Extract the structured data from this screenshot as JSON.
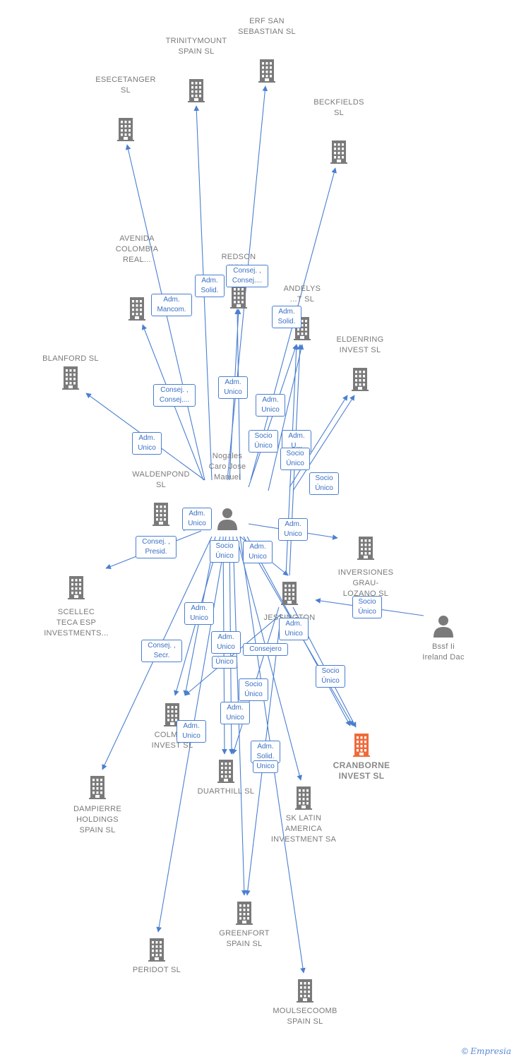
{
  "diagram": {
    "nodes": [
      {
        "id": "erf",
        "label": "ERF SAN\nSEBASTIAN SL",
        "type": "company"
      },
      {
        "id": "trinity",
        "label": "TRINITYMOUNT\nSPAIN SL",
        "type": "company"
      },
      {
        "id": "esecetanger",
        "label": "ESECETANGER\nSL",
        "type": "company"
      },
      {
        "id": "beckfields",
        "label": "BECKFIELDS\nSL",
        "type": "company"
      },
      {
        "id": "avenida",
        "label": "AVENIDA\nCOLOMBIA\nREAL...",
        "type": "company"
      },
      {
        "id": "redson",
        "label": "REDSON\nINV...",
        "type": "company"
      },
      {
        "id": "andelys",
        "label": "ANDELYS\n...T SL",
        "type": "company"
      },
      {
        "id": "blanford",
        "label": "BLANFORD SL",
        "type": "company"
      },
      {
        "id": "eldenring",
        "label": "ELDENRING\nINVEST SL",
        "type": "company"
      },
      {
        "id": "person",
        "label": "Nogales\nCaro Jose\nManuel",
        "type": "person"
      },
      {
        "id": "waldenpond",
        "label": "WALDENPOND\nSL",
        "type": "company"
      },
      {
        "id": "inversiones",
        "label": "INVERSIONES\nGRAU-\nLOZANO SL",
        "type": "company"
      },
      {
        "id": "scellec",
        "label": "SCELLEC\nTECA ESP\nINVESTMENTS...",
        "type": "company"
      },
      {
        "id": "jessington",
        "label": "JESSINGTON\nINV...",
        "type": "company"
      },
      {
        "id": "bssf",
        "label": "Bssf Ii\nIreland Dac",
        "type": "person"
      },
      {
        "id": "colma",
        "label": "COLMA...\nINVEST SL",
        "type": "company"
      },
      {
        "id": "cranborne",
        "label": "CRANBORNE\nINVEST SL",
        "type": "main"
      },
      {
        "id": "duarthill",
        "label": "DUARTHILL SL",
        "type": "company"
      },
      {
        "id": "sklatin",
        "label": "SK LATIN\nAMERICA\nINVESTMENT SA",
        "type": "company"
      },
      {
        "id": "dampierre",
        "label": "DAMPIERRE\nHOLDINGS\nSPAIN SL",
        "type": "company"
      },
      {
        "id": "greenfort",
        "label": "GREENFORT\nSPAIN SL",
        "type": "company"
      },
      {
        "id": "peridot",
        "label": "PERIDOT SL",
        "type": "company"
      },
      {
        "id": "moulsecoomb",
        "label": "MOULSECOOMB\nSPAIN SL",
        "type": "company"
      }
    ],
    "relations": [
      {
        "id": "r1",
        "label": "Adm.\nSolid."
      },
      {
        "id": "r2",
        "label": "Consej. ,\nConsej...."
      },
      {
        "id": "r3",
        "label": "Adm.\nMancom."
      },
      {
        "id": "r4",
        "label": "Adm.\nSolid."
      },
      {
        "id": "r5",
        "label": "Consej. ,\nConsej...."
      },
      {
        "id": "r6",
        "label": "Adm.\nUnico"
      },
      {
        "id": "r7",
        "label": "Adm.\nUnico"
      },
      {
        "id": "r8",
        "label": "Adm.\nUnico"
      },
      {
        "id": "r9",
        "label": "Socio\nÚnico"
      },
      {
        "id": "r10",
        "label": "Adm.\nU..."
      },
      {
        "id": "r11",
        "label": "Socio\nÚnico"
      },
      {
        "id": "r12",
        "label": "Socio\nÚnico"
      },
      {
        "id": "r13",
        "label": "Adm.\nUnico"
      },
      {
        "id": "r14",
        "label": "Adm.\nUnico"
      },
      {
        "id": "r15",
        "label": "Consej. ,\nPresid."
      },
      {
        "id": "r16",
        "label": "Socio\nÚnico"
      },
      {
        "id": "r17",
        "label": "Adm.\nUnico"
      },
      {
        "id": "r18",
        "label": "Socio\nÚnico"
      },
      {
        "id": "r19",
        "label": "Adm.\nUnico"
      },
      {
        "id": "r20",
        "label": "Consej. ,\nSecr."
      },
      {
        "id": "r21",
        "label": "Adm.\nUnico"
      },
      {
        "id": "r22",
        "label": "Adm.\nUnico"
      },
      {
        "id": "r23",
        "label": "Consejero"
      },
      {
        "id": "r24",
        "label": "Único"
      },
      {
        "id": "r25",
        "label": "Socio\nÚnico"
      },
      {
        "id": "r26",
        "label": "Socio\nÚnico"
      },
      {
        "id": "r27",
        "label": "Adm.\nUnico"
      },
      {
        "id": "r28",
        "label": "Adm.\nUnico"
      },
      {
        "id": "r29",
        "label": "Adm.\nSolid."
      },
      {
        "id": "r30",
        "label": "Unico"
      }
    ],
    "colors": {
      "edge": "#4a7fd0",
      "node": "#7a7a7a",
      "main": "#f06a3a",
      "label_text": "#3a6fc4"
    },
    "icons": {
      "company": "building-icon",
      "person": "person-icon"
    }
  },
  "footer": {
    "copyright": "©",
    "brand": "Empresia"
  }
}
